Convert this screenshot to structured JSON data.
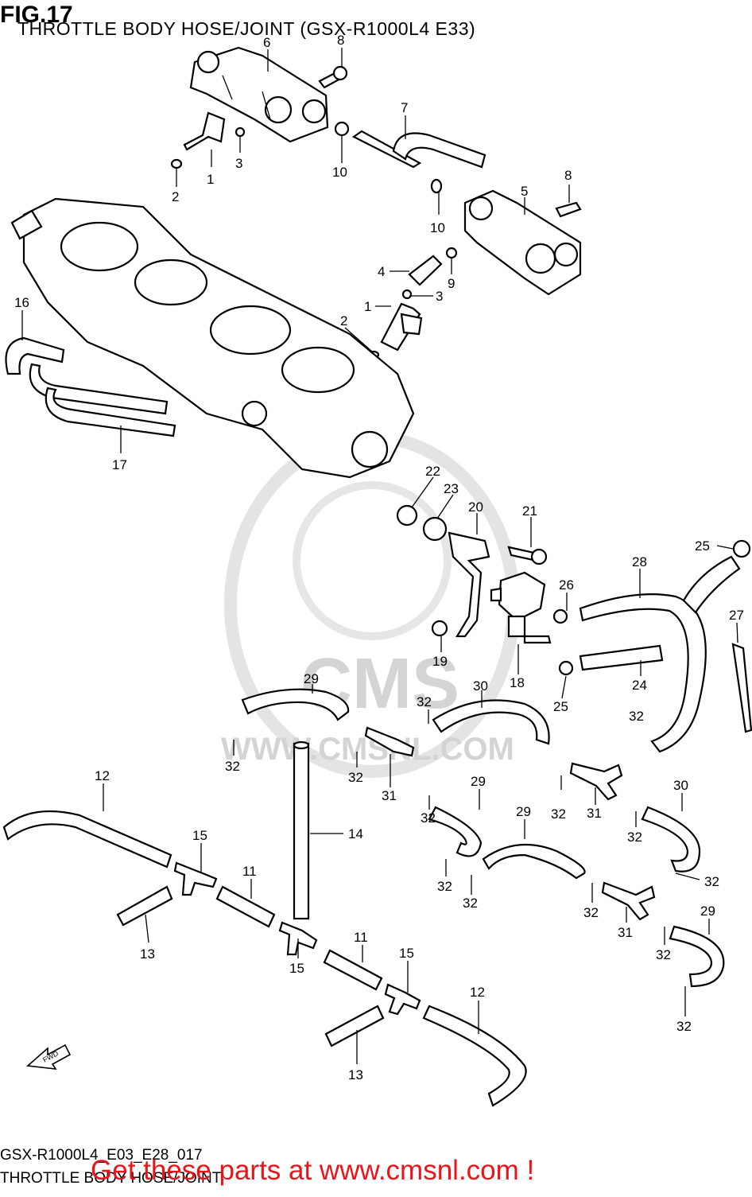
{
  "figure": {
    "number": "FIG.17",
    "title": "THROTTLE BODY HOSE/JOINT (GSX-R1000L4 E33)"
  },
  "footer": {
    "diagram_code": "GSX-R1000L4_E03_E28_017",
    "diagram_name": "THROTTLE BODY HOSE/JOINT",
    "promo_link": "Get these parts at www.cmsnl.com !"
  },
  "watermark": {
    "brand": "CMS",
    "url": "WWW.CMSNL.COM"
  },
  "direction_arrow": "FWD",
  "colors": {
    "promo": "#e8151b",
    "watermark": "#d4d4d4",
    "line": "#000000"
  },
  "callouts": [
    {
      "id": "c6",
      "text": "6"
    },
    {
      "id": "c8a",
      "text": "8"
    },
    {
      "id": "c7",
      "text": "7"
    },
    {
      "id": "c1a",
      "text": "1"
    },
    {
      "id": "c3a",
      "text": "3"
    },
    {
      "id": "c2a",
      "text": "2"
    },
    {
      "id": "c10a",
      "text": "10"
    },
    {
      "id": "c10b",
      "text": "10"
    },
    {
      "id": "c8b",
      "text": "8"
    },
    {
      "id": "c5",
      "text": "5"
    },
    {
      "id": "c4",
      "text": "4"
    },
    {
      "id": "c9",
      "text": "9"
    },
    {
      "id": "c3b",
      "text": "3"
    },
    {
      "id": "c1b",
      "text": "1"
    },
    {
      "id": "c2b",
      "text": "2"
    },
    {
      "id": "c16",
      "text": "16"
    },
    {
      "id": "c17",
      "text": "17"
    },
    {
      "id": "c22",
      "text": "22"
    },
    {
      "id": "c23",
      "text": "23"
    },
    {
      "id": "c20",
      "text": "20"
    },
    {
      "id": "c21",
      "text": "21"
    },
    {
      "id": "c25a",
      "text": "25"
    },
    {
      "id": "c28",
      "text": "28"
    },
    {
      "id": "c26",
      "text": "26"
    },
    {
      "id": "c27",
      "text": "27"
    },
    {
      "id": "c19",
      "text": "19"
    },
    {
      "id": "c18",
      "text": "18"
    },
    {
      "id": "c24",
      "text": "24"
    },
    {
      "id": "c25b",
      "text": "25"
    },
    {
      "id": "c29a",
      "text": "29"
    },
    {
      "id": "c30a",
      "text": "30"
    },
    {
      "id": "c32a",
      "text": "32"
    },
    {
      "id": "c32b",
      "text": "32"
    },
    {
      "id": "c32c",
      "text": "32"
    },
    {
      "id": "c32d",
      "text": "32"
    },
    {
      "id": "c31a",
      "text": "31"
    },
    {
      "id": "c32e",
      "text": "32"
    },
    {
      "id": "c29b",
      "text": "29"
    },
    {
      "id": "c32f",
      "text": "32"
    },
    {
      "id": "c31b",
      "text": "31"
    },
    {
      "id": "c30b",
      "text": "30"
    },
    {
      "id": "c32g",
      "text": "32"
    },
    {
      "id": "c12a",
      "text": "12"
    },
    {
      "id": "c14",
      "text": "14"
    },
    {
      "id": "c29c",
      "text": "29"
    },
    {
      "id": "c15a",
      "text": "15"
    },
    {
      "id": "c11a",
      "text": "11"
    },
    {
      "id": "c32h",
      "text": "32"
    },
    {
      "id": "c32i",
      "text": "32"
    },
    {
      "id": "c32j",
      "text": "32"
    },
    {
      "id": "c32k",
      "text": "32"
    },
    {
      "id": "c13a",
      "text": "13"
    },
    {
      "id": "c15b",
      "text": "15"
    },
    {
      "id": "c31c",
      "text": "31"
    },
    {
      "id": "c29d",
      "text": "29"
    },
    {
      "id": "c32l",
      "text": "32"
    },
    {
      "id": "c11b",
      "text": "11"
    },
    {
      "id": "c15c",
      "text": "15"
    },
    {
      "id": "c12b",
      "text": "12"
    },
    {
      "id": "c32m",
      "text": "32"
    },
    {
      "id": "c13b",
      "text": "13"
    }
  ]
}
